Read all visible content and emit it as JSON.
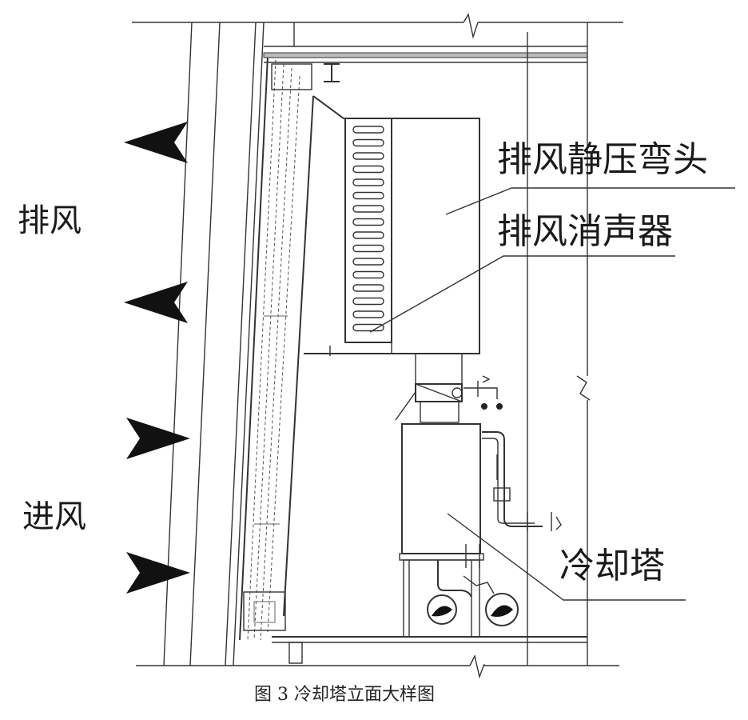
{
  "labels": {
    "exhaust_elbow": "排风静压弯头",
    "exhaust_silencer": "排风消声器",
    "cooling_tower": "冷却塔",
    "exhaust": "排风",
    "intake": "进风"
  },
  "caption": "图 3  冷却塔立面大样图",
  "icons": {
    "exhaust_arrows": "arrow-left-icon",
    "intake_arrows": "arrow-right-icon"
  },
  "colors": {
    "line": "#333333",
    "arrow": "#111111",
    "background": "#ffffff"
  }
}
